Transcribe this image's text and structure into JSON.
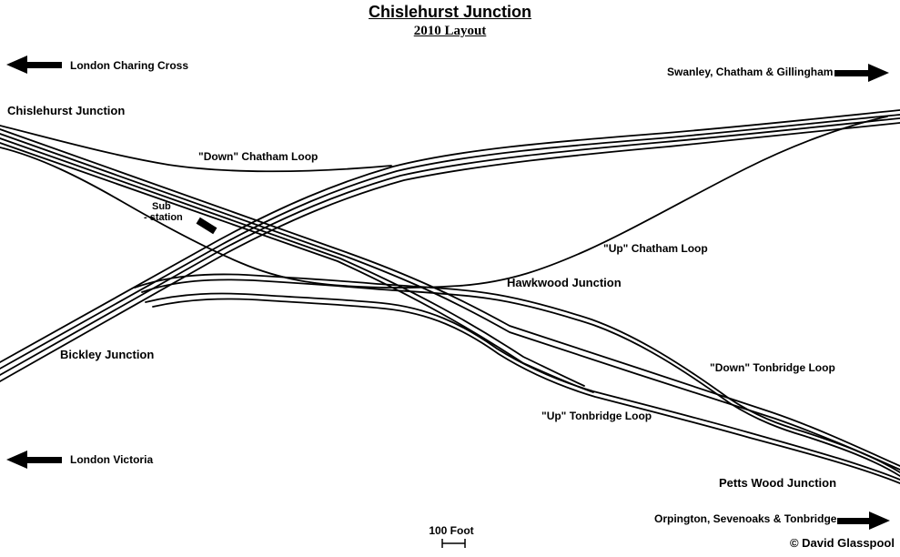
{
  "title": "Chislehurst Junction",
  "subtitle": "2010 Layout",
  "copyright": "© David Glasspool",
  "scale": {
    "label": "100 Foot"
  },
  "routes": {
    "top_left": "London Charing Cross",
    "top_right": "Swanley, Chatham & Gillingham",
    "bottom_left": "London Victoria",
    "bottom_right": "Orpington, Sevenoaks & Tonbridge"
  },
  "junctions": {
    "chislehurst": "Chislehurst Junction",
    "bickley": "Bickley Junction",
    "hawkwood": "Hawkwood Junction",
    "petts_wood": "Petts Wood Junction"
  },
  "loops": {
    "down_chatham": "\"Down\" Chatham Loop",
    "up_chatham": "\"Up\" Chatham Loop",
    "down_tonbridge": "\"Down\" Tonbridge Loop",
    "up_tonbridge": "\"Up\" Tonbridge Loop"
  },
  "substation": {
    "line1": "Sub",
    "line2": "- station"
  },
  "icons": {
    "west_arrow_top": "left-arrow",
    "east_arrow_top": "right-arrow",
    "west_arrow_bottom": "left-arrow",
    "east_arrow_bottom": "right-arrow"
  },
  "colors": {
    "track": "#000000",
    "background": "#ffffff",
    "text": "#000000"
  }
}
